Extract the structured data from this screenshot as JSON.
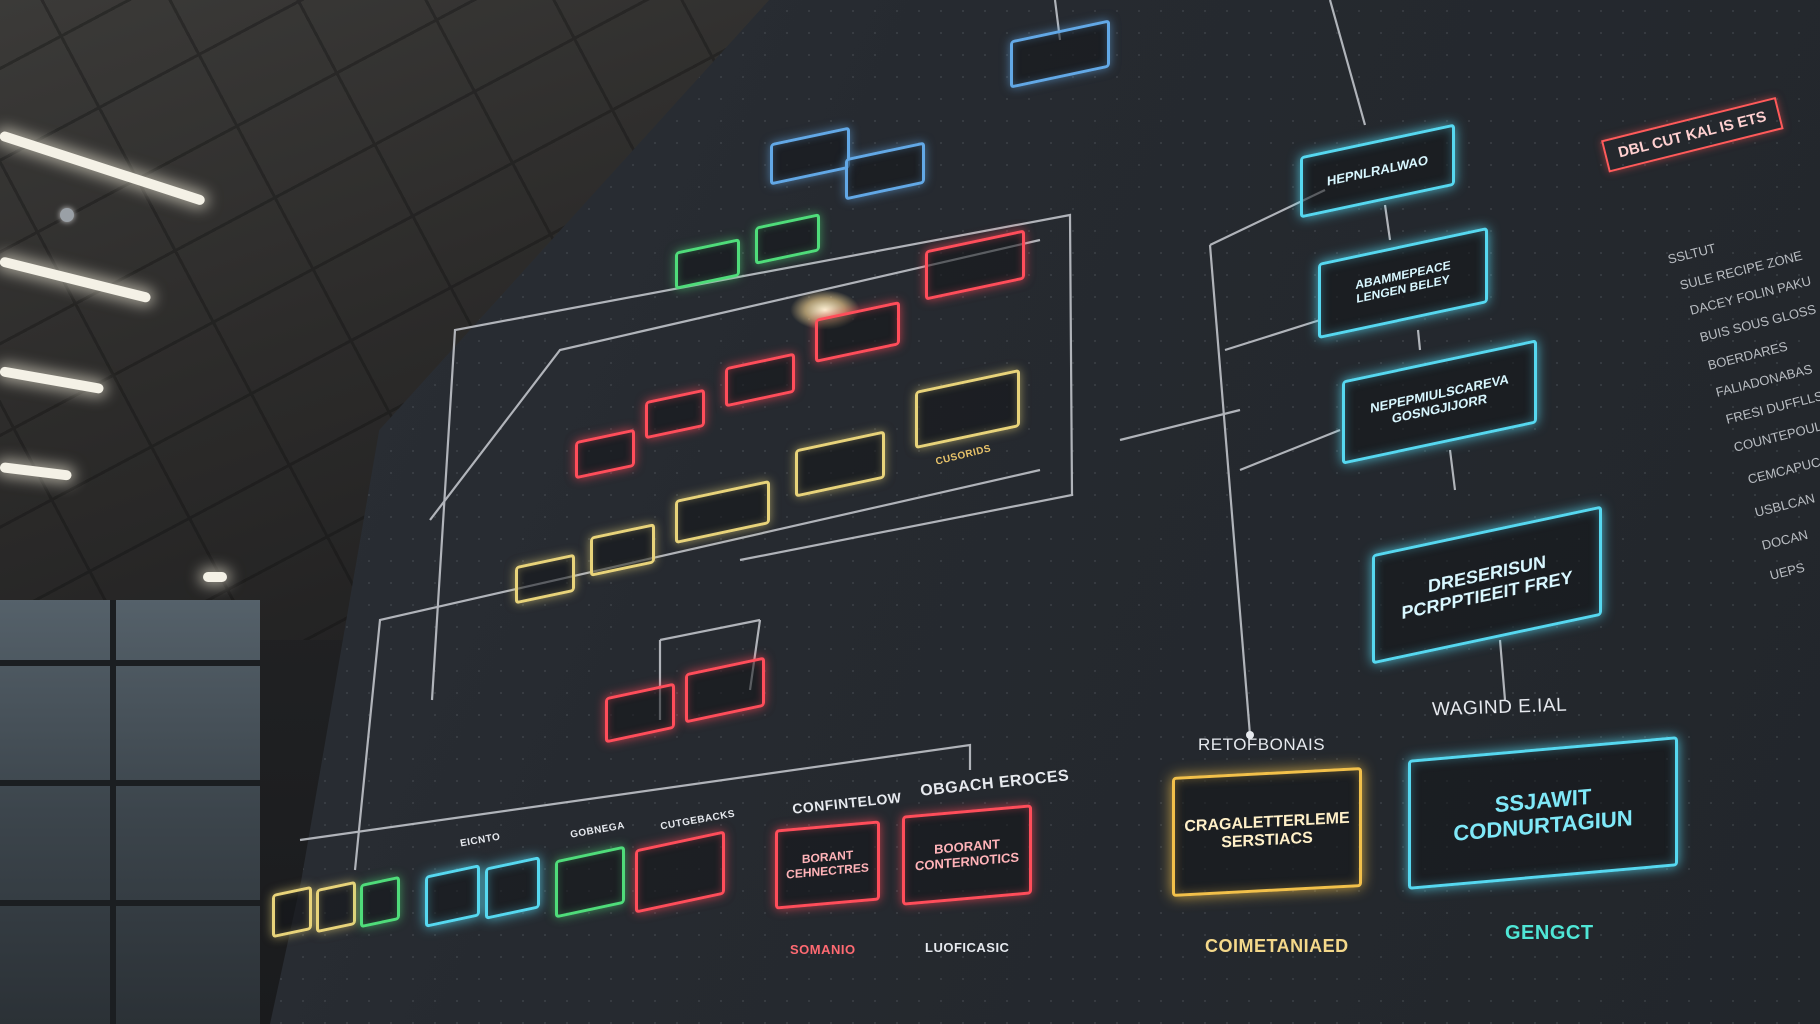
{
  "top_right_box": "DBL CUT KAL IS ETS",
  "side_list": [
    "SSLTUT",
    "SULE RECIPE ZONE",
    "DACEY FOLIN PAKU",
    "BUIS SOUS GLOSS",
    "BOERDARES",
    "FALIADONABAS",
    "FRESI DUFFLLS",
    "COUNTEPOUL",
    "CEMCAPUCL",
    "USBLCAN",
    "DOCAN",
    "UEPS"
  ],
  "right_chain": {
    "box1": "HEPNLRALWAO",
    "box2": "ABAMMEPEACE LENGEN BELEY",
    "box3": "NEPEPMIULSCAREVA GOSNGJIJORR",
    "box4": "DRESERISUN PCRPPTIEEIT FREY",
    "label_mid": "WAGIND E.IAL",
    "box5": "SSJAWIT CODNURTAGIUN",
    "label_bottom": "GENGCT"
  },
  "gold_group": {
    "label_top": "RETOFBONAIS",
    "box": "CRAGALETTERLEME SERSTIACS",
    "label_bottom": "COIMETANIAED"
  },
  "bottom_row": {
    "label_a": "CONFINTELOW",
    "label_b": "OBGACH EROCES",
    "box_a": "BORANT CEHNECTRES",
    "box_b": "BOORANT CONTERNOTICS",
    "caption_a": "SOMANIO",
    "caption_b": "LUOFICASIC"
  },
  "cluster_label": "CUSORIDS",
  "bottom_labels": [
    "CUTGEBACKS",
    "GOBNEGA",
    "EICNTO"
  ]
}
